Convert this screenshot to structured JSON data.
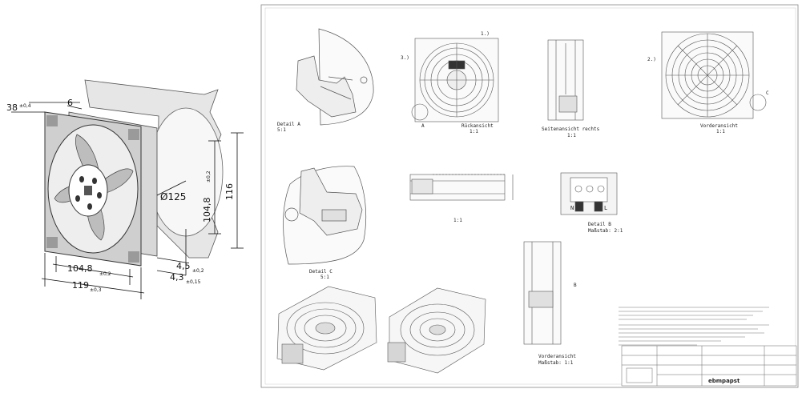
{
  "left_drawing": {
    "dim_depth": "38",
    "dim_depth_tol": "±0,4",
    "dim_frame": "6",
    "dim_diameter": "Ø125",
    "dim_height_inner": "104,8",
    "dim_height_inner_tol": "±0,2",
    "dim_height": "116",
    "dim_width_inner": "104,8",
    "dim_width_inner_tol": "±0,2",
    "dim_width": "119",
    "dim_width_tol": "±0,3",
    "dim_offset_1": "4,5",
    "dim_offset_1_tol": "±0,2",
    "dim_offset_2": "4,3",
    "dim_offset_2_tol": "±0,15"
  },
  "sheet": {
    "views": {
      "detail_a_name": "Detail A",
      "detail_a_scale": "5:1",
      "rear_name": "Rückansicht",
      "rear_scale": "1:1",
      "side_name": "Seitenansicht rechts",
      "side_scale": "1:1",
      "front_name": "Vorderansicht",
      "front_scale": "1:1",
      "section_scale": "1:1",
      "detail_b_name": "Detail B",
      "detail_b_scale": "Maßstab: 2:1",
      "detail_c_name": "Detail C",
      "detail_c_scale": "5:1",
      "bottom_front_name": "Vorderansicht",
      "bottom_front_scale": "Maßstab: 1:1"
    },
    "callouts": {
      "one": "1.)",
      "two": "2.)",
      "three": "3.)",
      "a": "A",
      "b": "B",
      "c": "C"
    },
    "terminal_letters": [
      "N",
      "L"
    ],
    "title_block": {
      "brand": "ebmpapst"
    }
  }
}
